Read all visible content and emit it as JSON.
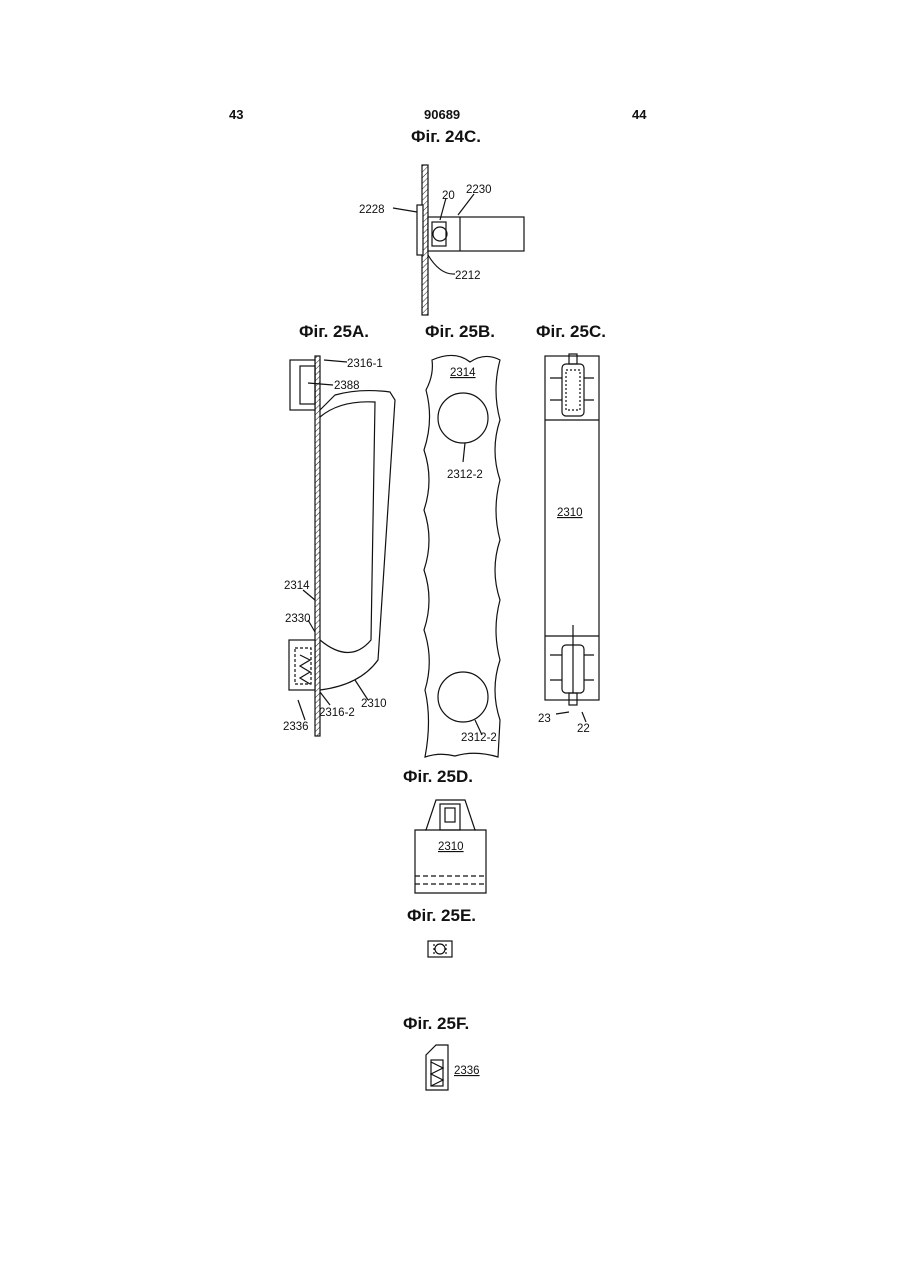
{
  "header": {
    "page_left": "43",
    "patent_number": "90689",
    "page_right": "44"
  },
  "figures": {
    "fig24c": {
      "title": "Фіг. 24С.",
      "labels": {
        "l2228": "2228",
        "l20": "20",
        "l2230": "2230",
        "l2212": "2212"
      }
    },
    "fig25a": {
      "title": "Фіг. 25А.",
      "labels": {
        "l2316_1": "2316-1",
        "l2388": "2388",
        "l2314": "2314",
        "l2330": "2330",
        "l2316_2": "2316-2",
        "l2310": "2310",
        "l2336": "2336"
      }
    },
    "fig25b": {
      "title": "Фіг. 25В.",
      "labels": {
        "l2314": "2314",
        "l2312_top": "2312-2",
        "l2312_bottom": "2312-2"
      }
    },
    "fig25c": {
      "title": "Фіг. 25С.",
      "labels": {
        "l2310": "2310",
        "l23": "23",
        "l22": "22"
      }
    },
    "fig25d": {
      "title": "Фіг. 25D.",
      "labels": {
        "l2310": "2310"
      }
    },
    "fig25e": {
      "title": "Фіг. 25Е."
    },
    "fig25f": {
      "title": "Фіг. 25F.",
      "labels": {
        "l2336": "2336"
      }
    }
  }
}
